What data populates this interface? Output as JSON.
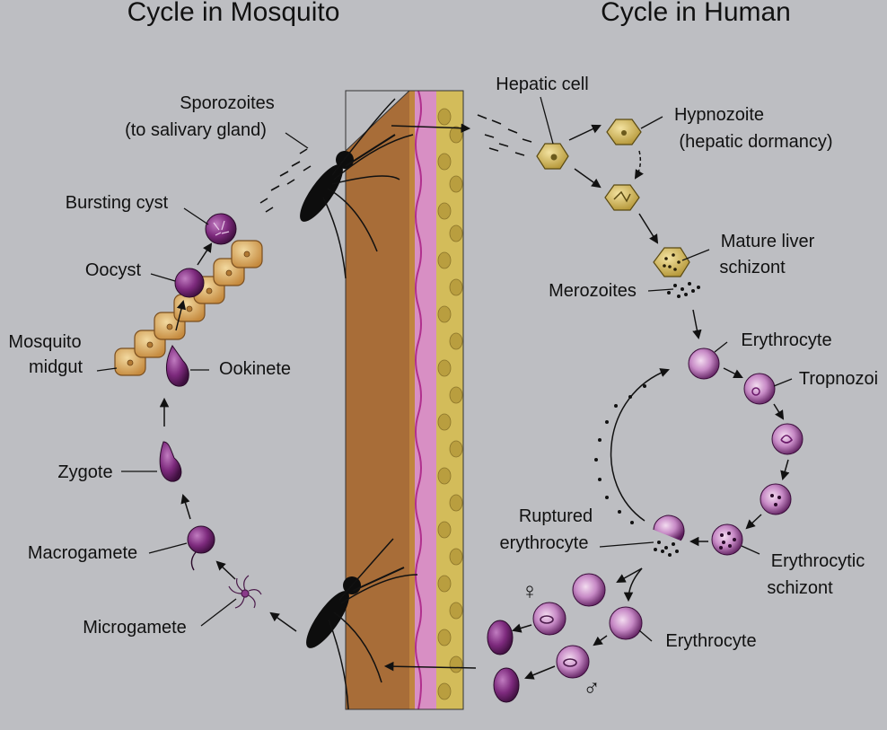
{
  "titles": {
    "mosquito": "Cycle in Mosquito",
    "human": "Cycle in Human"
  },
  "labels": {
    "sporozoites_1": "Sporozoites",
    "sporozoites_2": "(to salivary gland)",
    "bursting_cyst": "Bursting cyst",
    "oocyst": "Oocyst",
    "midgut_1": "Mosquito",
    "midgut_2": "midgut",
    "ookinete": "Ookinete",
    "zygote": "Zygote",
    "macrogamete": "Macrogamete",
    "microgamete": "Microgamete",
    "hepatic_cell": "Hepatic cell",
    "hypnozoite_1": "Hypnozoite",
    "hypnozoite_2": "(hepatic dormancy)",
    "liver_schizont_1": "Mature liver",
    "liver_schizont_2": "schizont",
    "merozoites": "Merozoites",
    "erythrocyte_top": "Erythrocyte",
    "trophozoite": "Tropnozoi",
    "ruptured_1": "Ruptured",
    "ruptured_2": "erythrocyte",
    "ery_schizont_1": "Erythrocytic",
    "ery_schizont_2": "schizont",
    "erythrocyte_bottom": "Erythrocyte",
    "female_symbol": "♀",
    "male_symbol": "♂"
  },
  "colors": {
    "background": "#bdbec2",
    "skin": "#c98f52",
    "skin_dark": "#9a6534",
    "dermis": "#d98fc0",
    "fat": "#d8c05a",
    "parasite_purple": "#7a2a78",
    "erythrocyte": "#c48ac6",
    "liver_cell": "#d9bf5f",
    "midgut_cell": "#e0b46a"
  }
}
